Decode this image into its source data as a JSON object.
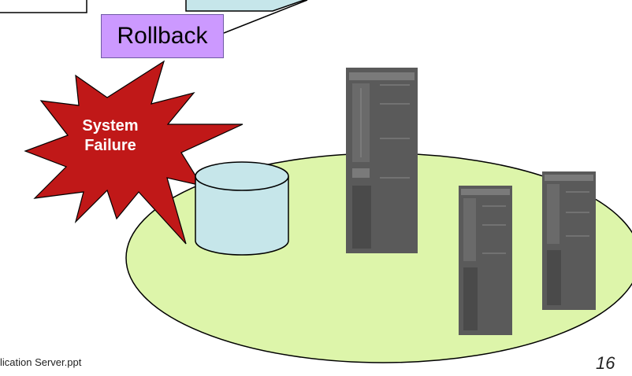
{
  "diagram": {
    "rollback_label": "Rollback",
    "failure_line1": "System",
    "failure_line2": "Failure"
  },
  "footer": {
    "filename": "lication Server.ppt",
    "page_number": "16"
  },
  "colors": {
    "cluster_fill": "#ddf5aa",
    "database_fill": "#c6e6ea",
    "burst_fill": "#c01818",
    "rollback_fill": "#cc99ff",
    "server_body": "#5a5a5a"
  }
}
